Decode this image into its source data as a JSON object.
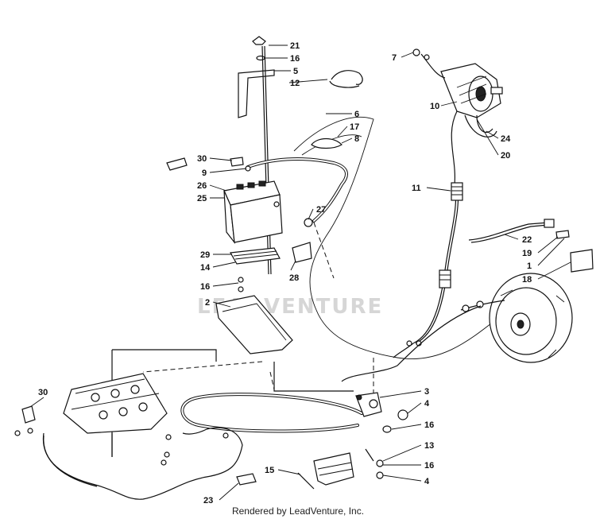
{
  "diagram": {
    "watermark": "LEADVENTURE",
    "footer": "Rendered by LeadVenture, Inc.",
    "callouts": [
      {
        "id": "c21a",
        "label": "21"
      },
      {
        "id": "c16a",
        "label": "16"
      },
      {
        "id": "c5",
        "label": "5"
      },
      {
        "id": "c12",
        "label": "12"
      },
      {
        "id": "c6",
        "label": "6"
      },
      {
        "id": "c17",
        "label": "17"
      },
      {
        "id": "c8",
        "label": "8"
      },
      {
        "id": "c30a",
        "label": "30"
      },
      {
        "id": "c9",
        "label": "9"
      },
      {
        "id": "c26",
        "label": "26"
      },
      {
        "id": "c25",
        "label": "25"
      },
      {
        "id": "c27",
        "label": "27"
      },
      {
        "id": "c29",
        "label": "29"
      },
      {
        "id": "c14",
        "label": "14"
      },
      {
        "id": "c28",
        "label": "28"
      },
      {
        "id": "c16b",
        "label": "16"
      },
      {
        "id": "c2",
        "label": "2"
      },
      {
        "id": "c7",
        "label": "7"
      },
      {
        "id": "c10",
        "label": "10"
      },
      {
        "id": "c24",
        "label": "24"
      },
      {
        "id": "c20",
        "label": "20"
      },
      {
        "id": "c11",
        "label": "11"
      },
      {
        "id": "c22",
        "label": "22"
      },
      {
        "id": "c19",
        "label": "19"
      },
      {
        "id": "c1",
        "label": "1"
      },
      {
        "id": "c18",
        "label": "18"
      },
      {
        "id": "c3",
        "label": "3"
      },
      {
        "id": "c4a",
        "label": "4"
      },
      {
        "id": "c16c",
        "label": "16"
      },
      {
        "id": "c13",
        "label": "13"
      },
      {
        "id": "c16d",
        "label": "16"
      },
      {
        "id": "c4b",
        "label": "4"
      },
      {
        "id": "c15",
        "label": "15"
      },
      {
        "id": "c23",
        "label": "23"
      },
      {
        "id": "c30b",
        "label": "30"
      }
    ]
  }
}
